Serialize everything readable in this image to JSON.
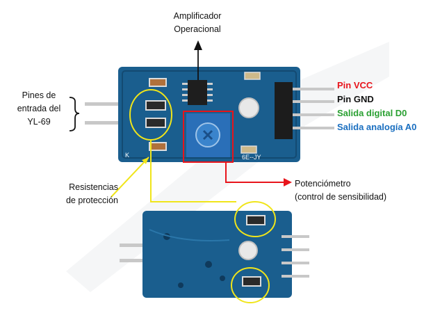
{
  "labels": {
    "amplifier": [
      "Amplificador",
      "Operacional"
    ],
    "input_pins": [
      "Pines de",
      "entrada del",
      "YL-69"
    ],
    "resistors": [
      "Resistencias",
      "de protección"
    ],
    "potentiometer": [
      "Potenciómetro",
      "(control de sensibilidad)"
    ]
  },
  "pins": [
    {
      "label": "Pin VCC",
      "color": "#e8141b"
    },
    {
      "label": "Pin GND",
      "color": "#111111"
    },
    {
      "label": "Salida digital D0",
      "color": "#2aa032"
    },
    {
      "label": "Salida analogía A0",
      "color": "#1a6fc0"
    }
  ],
  "board": {
    "silk_text": "6E--JY",
    "corner_mark": "K"
  },
  "colors": {
    "pcb": "#1a5e8e",
    "pcb_dark": "#134a72",
    "highlight_yellow": "#f0e51a",
    "highlight_red": "#e8141b",
    "arrow_black": "#111111"
  }
}
